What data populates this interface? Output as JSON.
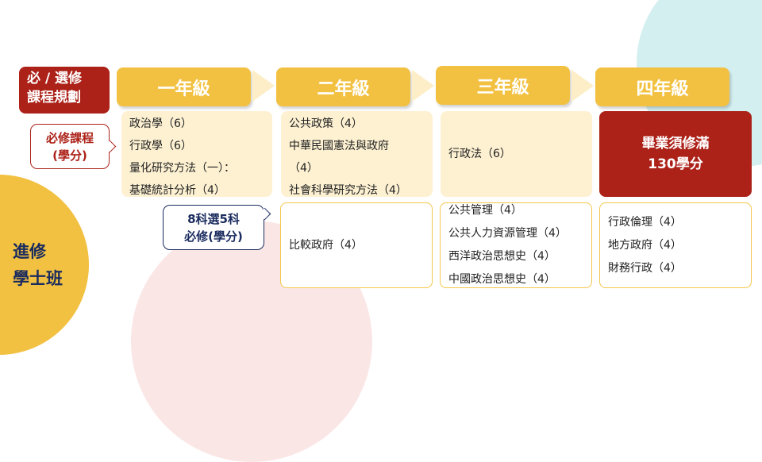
{
  "title": {
    "line1": "必 / 選修",
    "line2": "課程規劃"
  },
  "program": {
    "line1": "進修",
    "line2": "學士班"
  },
  "callouts": {
    "required": {
      "line1": "必修課程",
      "line2": "(學分)"
    },
    "elective": {
      "line1": "8科選5科",
      "line2": "必修(學分)"
    }
  },
  "years": [
    {
      "label": "一年級",
      "required": [
        "政治學（6）",
        "行政學（6）",
        "量化研究方法（一）：",
        "基礎統計分析（4）"
      ]
    },
    {
      "label": "二年級",
      "required": [
        "公共政策（4）",
        "中華民國憲法與政府",
        "（4）",
        "社會科學研究方法（4）"
      ],
      "elective": [
        "比較政府（4）"
      ]
    },
    {
      "label": "三年級",
      "required": [
        "行政法（6）"
      ],
      "elective": [
        "公共管理（4）",
        "公共人力資源管理（4）",
        "西洋政治思想史（4）",
        "中國政治思想史（4）"
      ]
    },
    {
      "label": "四年級",
      "graduation": {
        "line1": "畢業須修滿",
        "line2": "130學分"
      },
      "elective": [
        "行政倫理（4）",
        "地方政府（4）",
        "財務行政（4）"
      ]
    }
  ],
  "colors": {
    "red": "#ac2219",
    "gold": "#f3c141",
    "cream": "#fdf1d2",
    "navy": "#1a2b5e",
    "teal": "#d3eff0",
    "pink": "#fbe6e6"
  }
}
